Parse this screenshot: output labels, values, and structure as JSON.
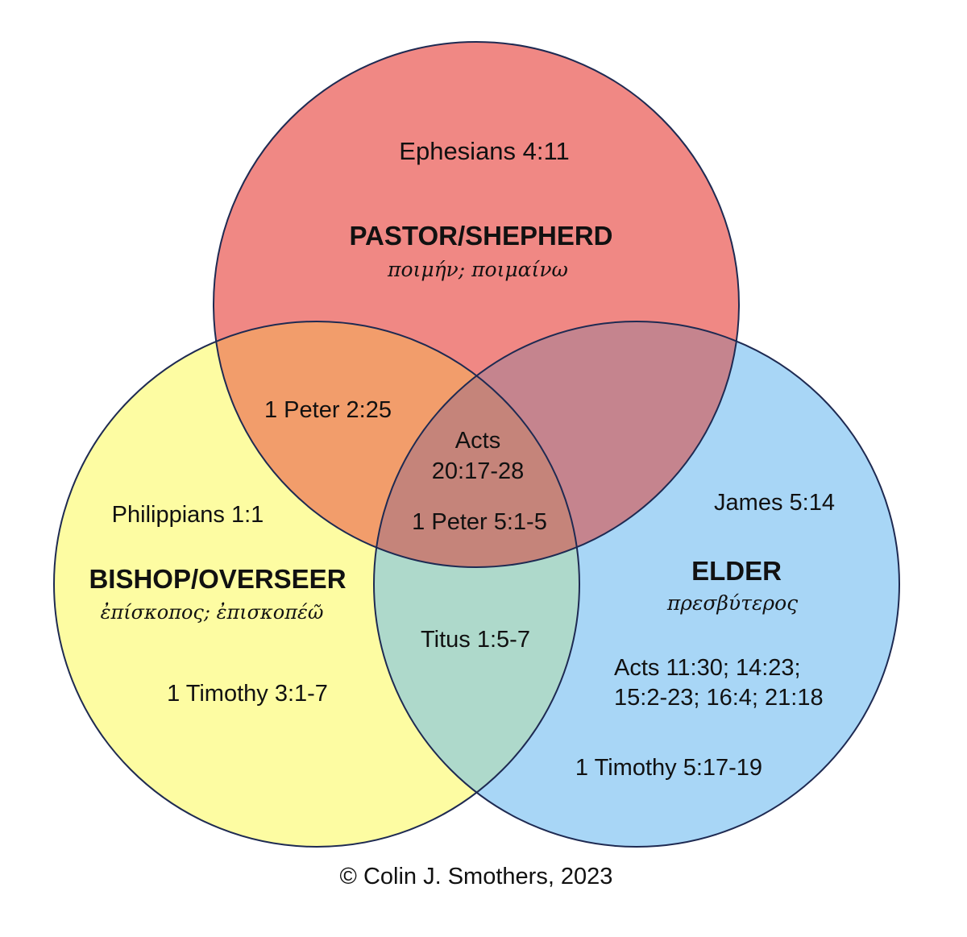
{
  "diagram": {
    "circles": [
      {
        "id": "pastor",
        "title": "PASTOR/SHEPHERD",
        "greek": "ποιμήν; ποιμαίνω",
        "references": [
          "Ephesians 4:11"
        ],
        "color": "#f08884"
      },
      {
        "id": "bishop",
        "title": "BISHOP/OVERSEER",
        "greek": "ἐπίσκοπος; ἐπισκοπέῶ",
        "references": [
          "Philippians 1:1",
          "1 Timothy 3:1-7"
        ],
        "color": "#fdfca2"
      },
      {
        "id": "elder",
        "title": "ELDER",
        "greek": "πρεσβύτερος",
        "references": [
          "James 5:14",
          "Acts 11:30; 14:23;",
          "15:2-23; 16:4; 21:18",
          "1 Timothy 5:17-19"
        ],
        "color": "#a8d6f6"
      }
    ],
    "intersections": {
      "pastor_bishop": "1 Peter 2:25",
      "bishop_elder": "Titus 1:5-7",
      "all_three": [
        "Acts",
        "20:17-28",
        "1 Peter 5:1-5"
      ]
    },
    "region_colors": {
      "pastor_bishop": "#f29d6b",
      "pastor_elder": "#c5848e",
      "bishop_elder": "#aed9cb",
      "all_three": "#c5847a",
      "outline": "#1e2a52"
    },
    "copyright": "© Colin J. Smothers, 2023"
  }
}
